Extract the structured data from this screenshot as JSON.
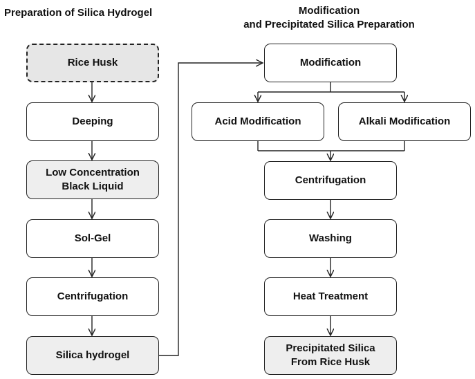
{
  "titles": {
    "left": "Preparation of Silica Hydrogel",
    "right_line1": "Modification",
    "right_line2": "and Precipitated Silica Preparation"
  },
  "left_column": [
    {
      "label": "Rice Husk"
    },
    {
      "label": "Deeping"
    },
    {
      "label_line1": "Low Concentration",
      "label_line2": "Black Liquid"
    },
    {
      "label": "Sol-Gel"
    },
    {
      "label": "Centrifugation"
    },
    {
      "label": "Silica hydrogel"
    }
  ],
  "right_column": {
    "modification": "Modification",
    "acid": "Acid Modification",
    "alkali": "Alkali Modification",
    "centrifugation": "Centrifugation",
    "washing": "Washing",
    "heat_treatment": "Heat Treatment",
    "product_line1": "Precipitated Silica",
    "product_line2": "From Rice Husk"
  }
}
